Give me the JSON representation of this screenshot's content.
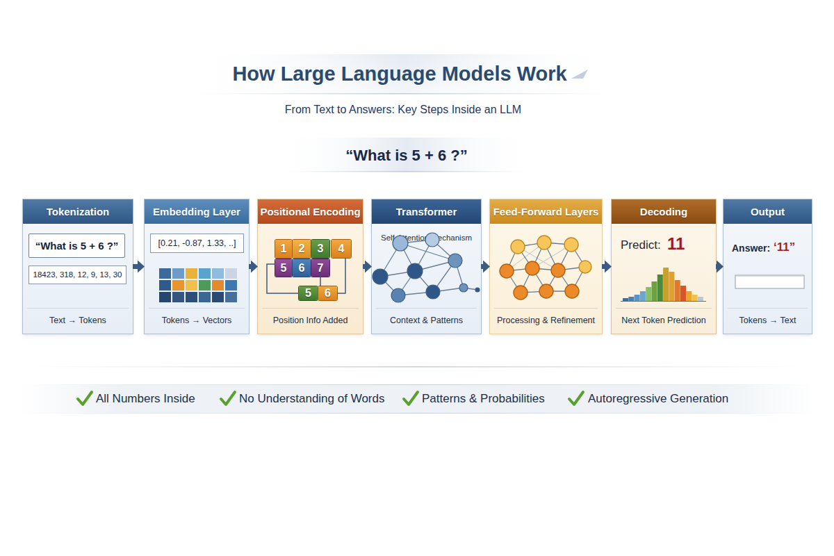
{
  "diagram": {
    "title": "How Large Language Models Work",
    "nodes": [
      {
        "text": [
          "Tokenization",
          "Text → Tokens"
        ]
      },
      {
        "text": [
          "“What is 5 + 6 ?”"
        ],
        "in": 0
      },
      {
        "text": [
          "18423, 318, 12, 9, 13, 30"
        ],
        "in": 0
      },
      {
        "text": [
          "Embedding Layer",
          "Tokens → Vectors"
        ]
      },
      {
        "text": [
          "[0.21, -0.87, 1.33, ..]"
        ],
        "in": 3
      },
      {
        "text": [
          "Positional Encoding",
          "Position Info Added"
        ]
      },
      {
        "text": [
          "1"
        ],
        "in": 5
      },
      {
        "text": [
          "2"
        ],
        "in": 5
      },
      {
        "text": [
          "3"
        ],
        "in": 5
      },
      {
        "text": [
          "4"
        ],
        "in": 5
      },
      {
        "text": [
          "5"
        ],
        "in": 5
      },
      {
        "text": [
          "6"
        ],
        "in": 5
      },
      {
        "text": [
          "7"
        ],
        "in": 5
      },
      {
        "text": [
          "5"
        ],
        "in": 5
      },
      {
        "text": [
          "6"
        ],
        "in": 5
      },
      {
        "text": [
          "Transformer",
          "Self-Attention Mechanism",
          "Context & Patterns"
        ]
      },
      {
        "text": [
          "Feed-Forward Layers",
          "Processing & Refinement"
        ]
      },
      {
        "text": [
          "Decoding",
          "Predict:",
          "11",
          "Next Token Prediction"
        ]
      },
      {
        "text": [
          "Output",
          "Answer:",
          "‘11”",
          "Tokens → Text"
        ]
      }
    ],
    "edges": [
      {
        "from": 0,
        "to": 3,
        "arrow": "to"
      },
      {
        "from": 3,
        "to": 5,
        "arrow": "to"
      },
      {
        "from": 5,
        "to": 15,
        "arrow": "to"
      },
      {
        "from": 15,
        "to": 16,
        "arrow": "to"
      },
      {
        "from": 16,
        "to": 17,
        "arrow": "to"
      },
      {
        "from": 17,
        "to": 18,
        "arrow": "to"
      }
    ],
    "labels": [
      "From Text to Answers: Key Steps Inside an LLM",
      "“What is 5 + 6 ?”",
      "All Numbers Inside",
      "No Understanding of Words",
      "Patterns & Probabilities",
      "Autoregressive Generation"
    ]
  }
}
